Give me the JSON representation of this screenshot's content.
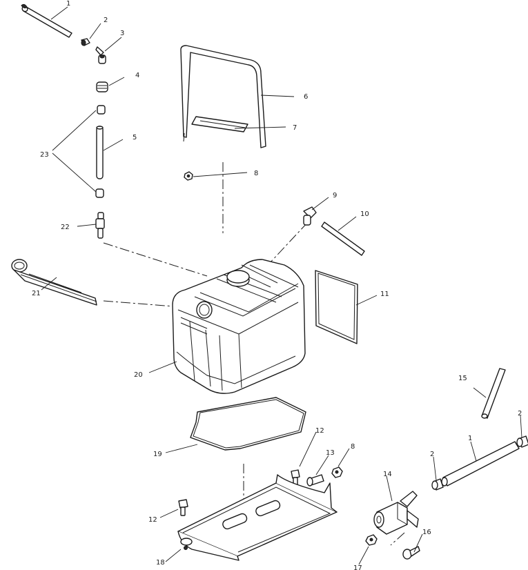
{
  "callouts": {
    "c1a": "1",
    "c2a": "2",
    "c3": "3",
    "c4": "4",
    "c5": "5",
    "c6": "6",
    "c7": "7",
    "c8a": "8",
    "c9": "9",
    "c10": "10",
    "c11": "11",
    "c12a": "12",
    "c13": "13",
    "c8b": "8",
    "c14": "14",
    "c15": "15",
    "c2b": "2",
    "c1b": "1",
    "c2c": "2",
    "c12b": "12",
    "c16": "16",
    "c17": "17",
    "c18": "18",
    "c19": "19",
    "c20": "20",
    "c21": "21",
    "c22": "22",
    "c23": "23"
  }
}
